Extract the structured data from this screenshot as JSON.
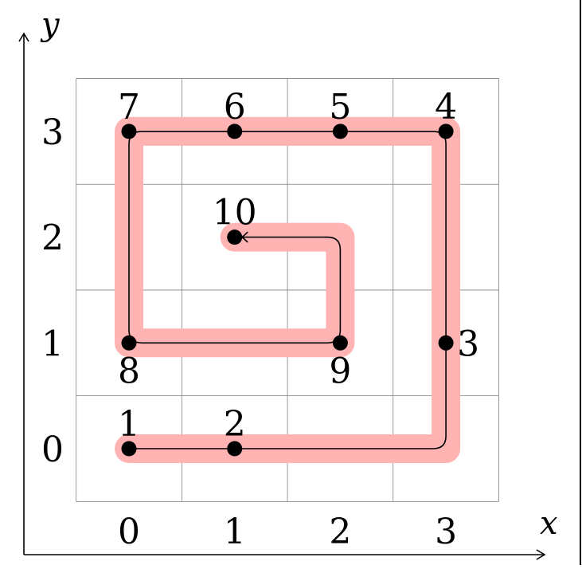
{
  "axes": {
    "x_label": "x",
    "y_label": "y",
    "x_ticks": [
      "0",
      "1",
      "2",
      "3"
    ],
    "y_ticks": [
      "0",
      "1",
      "2",
      "3"
    ]
  },
  "grid": {
    "cols": 4,
    "rows": 4,
    "min": -0.5,
    "max": 3.5
  },
  "colors": {
    "highlight": "#ffb3b3",
    "grid": "#808080",
    "path": "#000000",
    "point": "#000000"
  },
  "points": [
    {
      "label": "1",
      "x": 0,
      "y": 0,
      "label_pos": "above"
    },
    {
      "label": "2",
      "x": 1,
      "y": 0,
      "label_pos": "above"
    },
    {
      "label": "3",
      "x": 3,
      "y": 1,
      "label_pos": "right"
    },
    {
      "label": "4",
      "x": 3,
      "y": 3,
      "label_pos": "above"
    },
    {
      "label": "5",
      "x": 2,
      "y": 3,
      "label_pos": "above"
    },
    {
      "label": "6",
      "x": 1,
      "y": 3,
      "label_pos": "above"
    },
    {
      "label": "7",
      "x": 0,
      "y": 3,
      "label_pos": "above"
    },
    {
      "label": "8",
      "x": 0,
      "y": 1,
      "label_pos": "below"
    },
    {
      "label": "9",
      "x": 2,
      "y": 1,
      "label_pos": "below"
    },
    {
      "label": "10",
      "x": 1,
      "y": 2,
      "label_pos": "above"
    }
  ],
  "path_vertices": [
    [
      0,
      0
    ],
    [
      3,
      0
    ],
    [
      3,
      3
    ],
    [
      0,
      3
    ],
    [
      0,
      1
    ],
    [
      2,
      1
    ],
    [
      2,
      2
    ],
    [
      1,
      2
    ]
  ]
}
